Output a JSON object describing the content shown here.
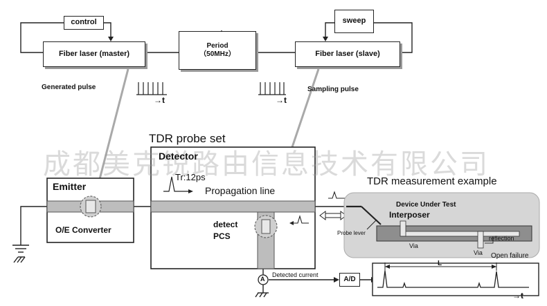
{
  "boxes": {
    "control": "control",
    "sweep": "sweep",
    "period_line1": "Period",
    "period_line2": "（50MHz）",
    "fiber_master": "Fiber laser (master)",
    "fiber_slave": "Fiber laser (slave)"
  },
  "labels": {
    "generated_pulse": "Generated pulse",
    "sampling_pulse": "Sampling pulse",
    "t_arrow": "→t",
    "tdr_probe_set": "TDR probe set",
    "detector": "Detector",
    "tr": "Tr:12ps",
    "propagation_line": "Propagation line",
    "detect": "detect",
    "pcs": "PCS",
    "emitter": "Emitter",
    "oe_converter": "O/E Converter",
    "tdr_example": "TDR measurement example",
    "device_under_test": "Device Under Test",
    "interposer": "Interposer",
    "probe_lever": "Probe lever",
    "via_1": "Via",
    "via_2": "Via",
    "reflection": "reflection",
    "open_failure": "Open failure",
    "detected_current": "Detected current",
    "ad": "A/D",
    "ammeter": "A",
    "L": "L",
    "t_axis": "→t"
  },
  "watermark": "成都美克锐路由信息技术有限公司"
}
